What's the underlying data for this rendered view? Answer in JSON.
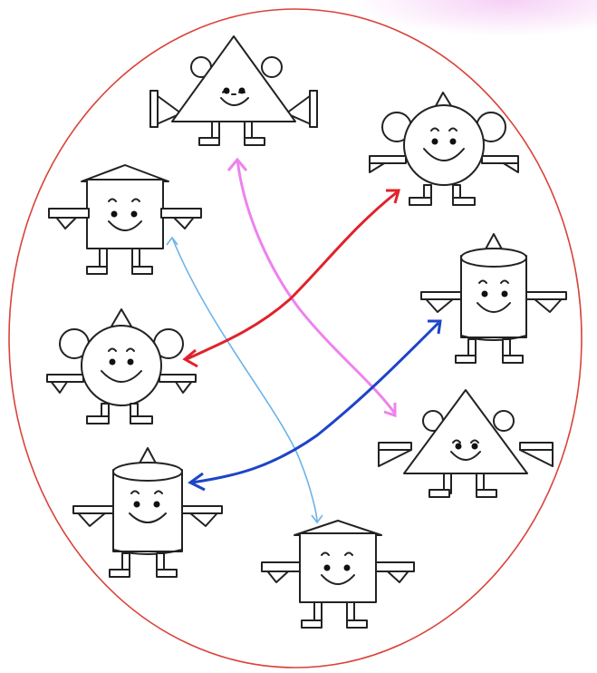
{
  "colors": {
    "frame": "#d9433a",
    "outline": "#222222",
    "corner_tint": "#f4c8f4"
  },
  "characters": [
    {
      "id": "triangle-top",
      "body": "triangle",
      "hat": "ears"
    },
    {
      "id": "circle-top-right",
      "body": "circle",
      "hat": "cone-and-ears"
    },
    {
      "id": "house-left",
      "body": "house",
      "hat": "roof"
    },
    {
      "id": "cylinder-right",
      "body": "cylinder",
      "hat": "cone"
    },
    {
      "id": "circle-left",
      "body": "circle",
      "hat": "cone-and-ears"
    },
    {
      "id": "triangle-right",
      "body": "triangle",
      "hat": "ears"
    },
    {
      "id": "cylinder-left",
      "body": "cylinder",
      "hat": "cone"
    },
    {
      "id": "house-bottom",
      "body": "house",
      "hat": "roof"
    }
  ],
  "pairings": [
    {
      "from": "circle-top-right",
      "to": "circle-left",
      "color": "#e0222a",
      "style": "double-arrow"
    },
    {
      "from": "triangle-top",
      "to": "triangle-right",
      "color": "#ee82ee",
      "style": "double-arrow"
    },
    {
      "from": "cylinder-right",
      "to": "cylinder-left",
      "color": "#1d44c8",
      "style": "double-arrow"
    },
    {
      "from": "house-left",
      "to": "house-bottom",
      "color": "#6cb4e8",
      "style": "double-arrow"
    }
  ]
}
